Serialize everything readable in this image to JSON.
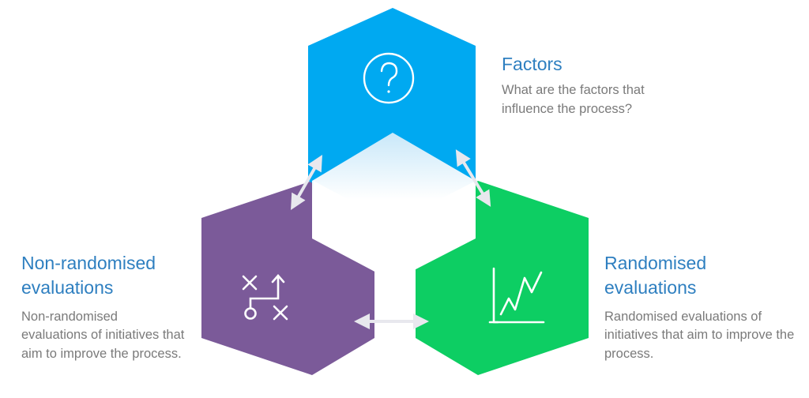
{
  "factors": {
    "title": "Factors",
    "description": "What are the factors that influence the process?",
    "color": "#00a9f1",
    "icon": "question-circle-icon"
  },
  "non_randomised": {
    "title_line1": "Non-randomised",
    "title_line2": "evaluations",
    "description": "Non-randomised evaluations of initiatives that aim to improve the process.",
    "color": "#7b5a99",
    "icon": "strategy-play-icon"
  },
  "randomised": {
    "title_line1": "Randomised",
    "title_line2": "evaluations",
    "description": "Randomised evaluations of initiatives that aim to improve the process.",
    "color": "#0dce63",
    "icon": "line-chart-icon"
  },
  "connectors": {
    "icon": "double-arrow-icon",
    "color": "#e8e8ee"
  }
}
